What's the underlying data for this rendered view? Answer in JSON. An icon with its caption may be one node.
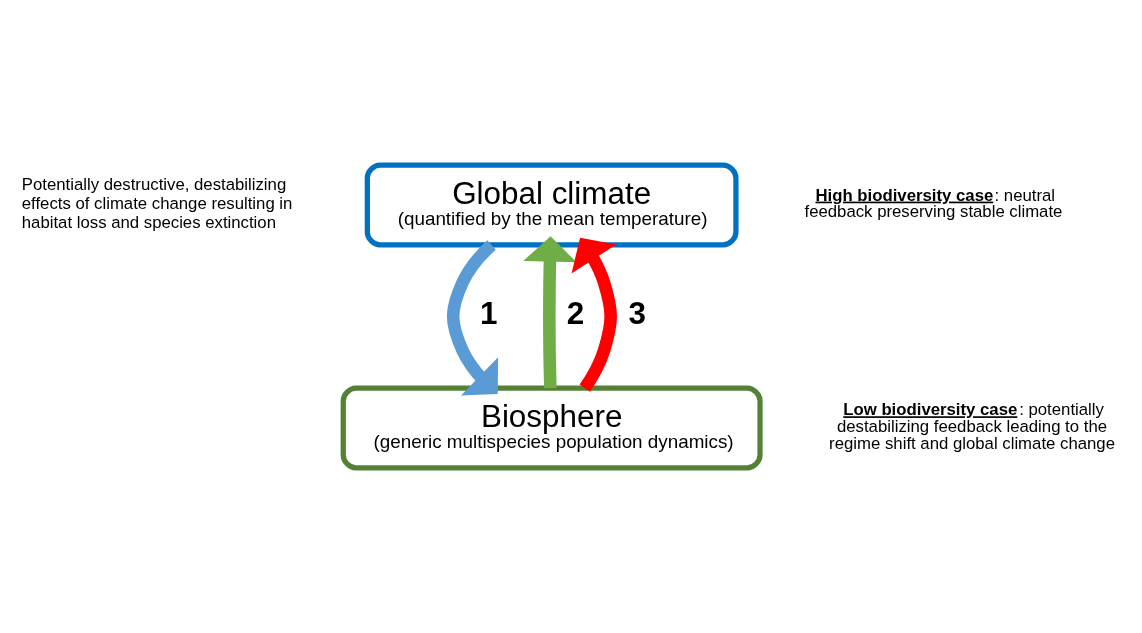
{
  "diagram": {
    "nodes": [
      {
        "text": [
          "Global climate",
          "(quantified by the mean temperature)"
        ]
      },
      {
        "text": [
          "Biosphere",
          "(generic multispecies population dynamics)"
        ]
      }
    ],
    "edges": [
      {
        "from": 0,
        "to": 1,
        "arrow": "to",
        "label": "1",
        "color": "#5b9bd5"
      },
      {
        "from": 1,
        "to": 0,
        "arrow": "to",
        "label": "2",
        "color": "#70ad47"
      },
      {
        "from": 1,
        "to": 0,
        "arrow": "to",
        "label": "3",
        "color": "#ff0000"
      }
    ],
    "labels": [
      "Potentially destructive, destabilizing effects of climate change resulting in habitat loss and species extinction",
      "**High biodiversity case**: neutral feedback preserving stable climate",
      "**Low biodiversity case**: potentially destabilizing feedback leading to the regime shift and global climate change"
    ]
  }
}
